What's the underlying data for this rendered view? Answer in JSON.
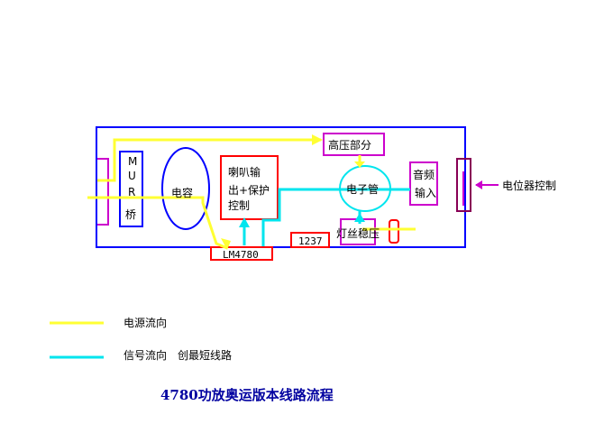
{
  "diagram": {
    "labels": {
      "mur_bridge_1": "M",
      "mur_bridge_2": "U",
      "mur_bridge_3": "R",
      "mur_bridge_4": "桥",
      "capacitor": "电容",
      "speaker_out_1": "喇叭输",
      "speaker_out_2": "出+保护",
      "speaker_out_3": "控制",
      "high_voltage": "高压部分",
      "tube": "电子管",
      "audio_in_1": "音频",
      "audio_in_2": "输入",
      "filament": "灯丝稳压",
      "chip_lm4780": "LM4780",
      "chip_1237": "1237",
      "potentiometer": "电位器控制"
    },
    "legend": {
      "power": "电源流向",
      "signal": "信号流向　创最短线路"
    },
    "title": "4780功放奥运版本线路流程"
  },
  "colors": {
    "board": "#0000ff",
    "red_block": "#ff0000",
    "magenta_block": "#cc00cc",
    "power_flow": "#ffff33",
    "signal_flow": "#00e5ee",
    "title": "#0000a0"
  }
}
